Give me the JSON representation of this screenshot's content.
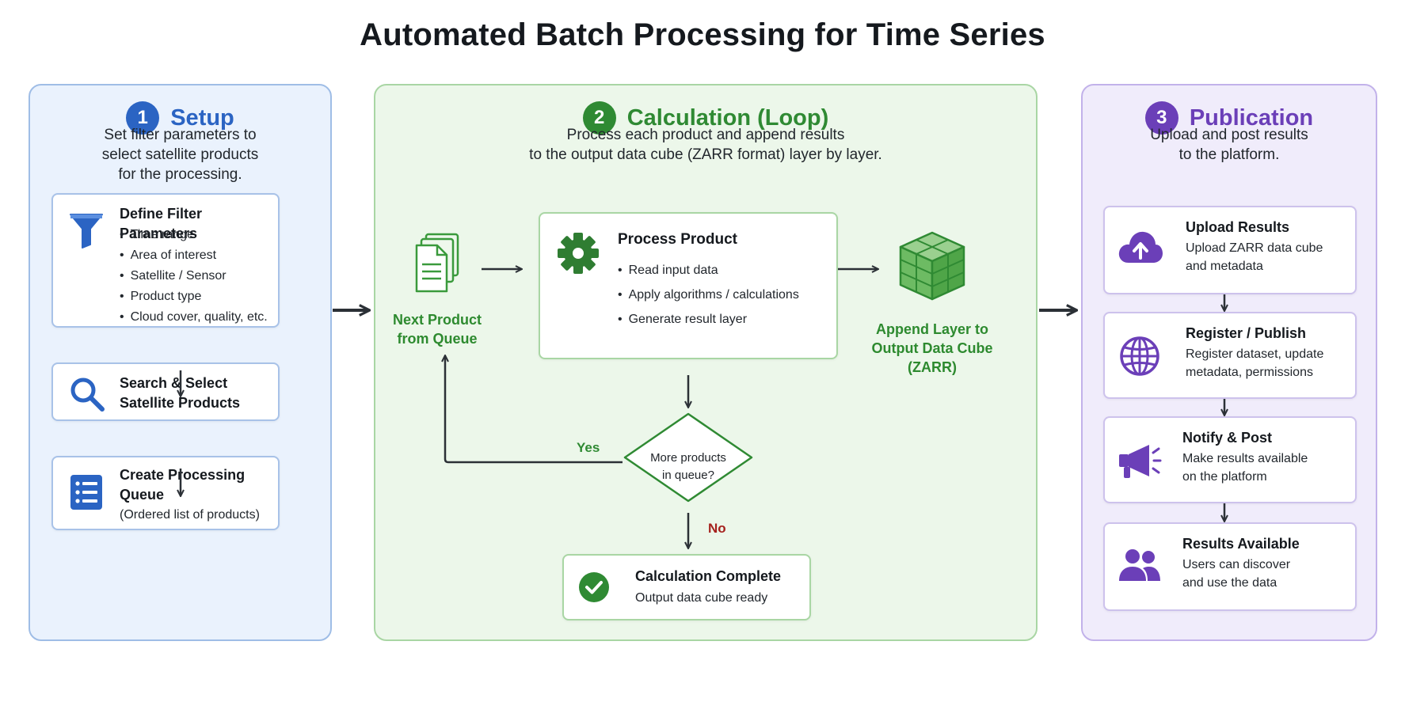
{
  "title": "Automated Batch Processing for Time Series",
  "colors": {
    "blue": "#2b64c3",
    "green": "#2f8a33",
    "purple": "#6b3fb8",
    "arrow": "#2b3036",
    "no_red": "#a5211d"
  },
  "setup": {
    "number": "1",
    "title": "Setup",
    "description": "Set filter parameters to\nselect satellite products\nfor the processing.",
    "filter_card": {
      "icon": "filter-icon",
      "title": "Define Filter Parameters",
      "items": [
        "Time range",
        "Area of interest",
        "Satellite / Sensor",
        "Product type",
        "Cloud cover, quality, etc."
      ]
    },
    "search_card": {
      "icon": "search-icon",
      "title": "Search & Select\nSatellite Products"
    },
    "queue_card": {
      "icon": "list-icon",
      "title": "Create Processing\nQueue",
      "subtitle": "(Ordered list of products)"
    }
  },
  "calculation": {
    "number": "2",
    "title": "Calculation (Loop)",
    "description": "Process each product and append results\nto the output data cube (ZARR format) layer by layer.",
    "next_product": {
      "icon": "documents-icon",
      "label": "Next Product\nfrom Queue"
    },
    "process_card": {
      "icon": "gear-icon",
      "title": "Process Product",
      "items": [
        "Read input data",
        "Apply algorithms / calculations",
        "Generate result layer"
      ]
    },
    "append": {
      "icon": "data-cube-icon",
      "label": "Append Layer to\nOutput Data Cube\n(ZARR)"
    },
    "decision": {
      "text": "More products\nin queue?",
      "yes_label": "Yes",
      "no_label": "No"
    },
    "complete_card": {
      "icon": "check-circle-icon",
      "title": "Calculation Complete",
      "subtitle": "Output data cube ready"
    }
  },
  "publication": {
    "number": "3",
    "title": "Publication",
    "description": "Upload and post results\nto the platform.",
    "cards": [
      {
        "icon": "cloud-upload-icon",
        "title": "Upload Results",
        "text": "Upload ZARR data cube\nand metadata"
      },
      {
        "icon": "globe-icon",
        "title": "Register / Publish",
        "text": "Register dataset, update\nmetadata, permissions"
      },
      {
        "icon": "megaphone-icon",
        "title": "Notify & Post",
        "text": "Make results available\non the platform"
      },
      {
        "icon": "users-icon",
        "title": "Results Available",
        "text": "Users can discover\nand use the data"
      }
    ]
  }
}
